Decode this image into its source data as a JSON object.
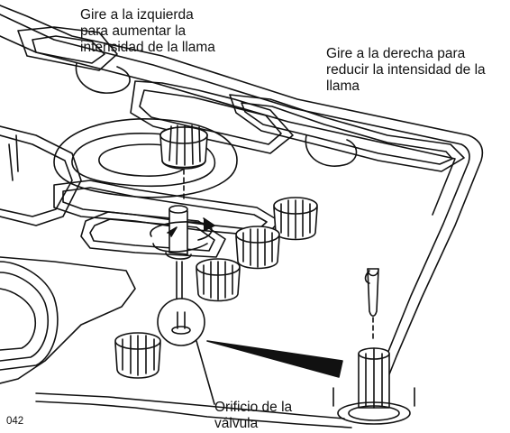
{
  "labels": {
    "turn_left": [
      "Gire a la izquierda",
      "para aumentar la",
      "intensidad de la llama"
    ],
    "turn_right": [
      "Gire a la derecha para",
      "reducir la intensidad de la",
      "llama"
    ],
    "valve_hole": [
      "Orificio de la",
      "válvula"
    ],
    "figure_code": "042"
  },
  "colors": {
    "line": "#111111",
    "fill": "#ffffff",
    "shade": "#dcdcdc"
  }
}
